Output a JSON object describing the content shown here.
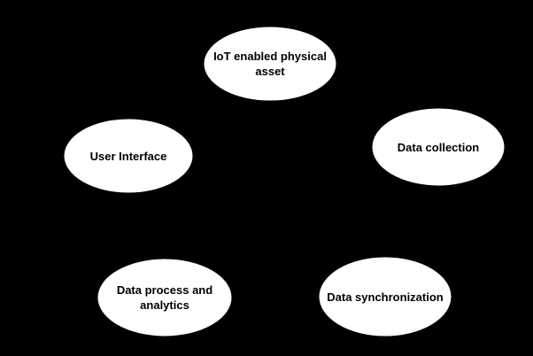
{
  "diagram": {
    "background_color": "#000000",
    "node_fill": "#ffffff",
    "node_stroke": "#000000",
    "text_color": "#000000",
    "nodes": [
      {
        "id": "iot",
        "label": "IoT enabled physical\nasset"
      },
      {
        "id": "ui",
        "label": "User Interface"
      },
      {
        "id": "collect",
        "label": "Data collection"
      },
      {
        "id": "process",
        "label": "Data process and\nanalytics"
      },
      {
        "id": "sync",
        "label": "Data synchronization"
      }
    ]
  }
}
